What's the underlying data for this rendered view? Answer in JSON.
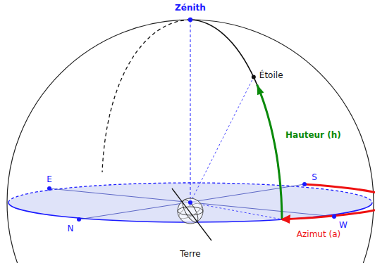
{
  "diagram": {
    "labels": [
      "Zénith",
      "Étoile",
      "Hauteur (h)",
      "E",
      "S",
      "N",
      "W",
      "Azimut (a)",
      "Terre"
    ]
  }
}
